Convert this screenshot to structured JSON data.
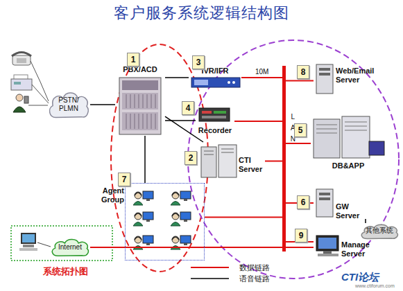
{
  "diagram": {
    "title": "客户服务系统逻辑结构图",
    "nodes": [
      {
        "text": [
          "PSTN/ PLMN"
        ]
      },
      {
        "text": [
          "PBX/ACD"
        ]
      },
      {
        "text": [
          "IVR/IFR"
        ]
      },
      {
        "text": [
          "Recorder"
        ]
      },
      {
        "text": [
          "CTI Server"
        ]
      },
      {
        "text": [
          "Agent Group"
        ]
      },
      {
        "text": [
          "LAN"
        ]
      },
      {
        "text": [
          "Web/Email Server"
        ]
      },
      {
        "text": [
          "DB&APP"
        ]
      },
      {
        "text": [
          "GW Server"
        ]
      },
      {
        "text": [
          "其他系统"
        ]
      },
      {
        "text": [
          "Manage Server"
        ]
      },
      {
        "text": [
          "Internet"
        ]
      }
    ],
    "edges": [
      {
        "from": 0,
        "to": 1,
        "arrow": "none"
      },
      {
        "from": 1,
        "to": 2,
        "arrow": "none"
      },
      {
        "from": 1,
        "to": 3,
        "arrow": "none"
      },
      {
        "from": 1,
        "to": 5,
        "arrow": "none"
      },
      {
        "from": 2,
        "to": 6,
        "label": "10M",
        "arrow": "none"
      },
      {
        "from": 3,
        "to": 6,
        "arrow": "none"
      },
      {
        "from": 1,
        "to": 4,
        "arrow": "none"
      },
      {
        "from": 4,
        "to": 6,
        "arrow": "none"
      },
      {
        "from": 5,
        "to": 6,
        "arrow": "none"
      },
      {
        "from": 6,
        "to": 7,
        "arrow": "none"
      },
      {
        "from": 6,
        "to": 8,
        "arrow": "none"
      },
      {
        "from": 6,
        "to": 9,
        "arrow": "none"
      },
      {
        "from": 6,
        "to": 11,
        "arrow": "none"
      },
      {
        "from": 12,
        "to": 11,
        "arrow": "none"
      },
      {
        "from": 9,
        "to": 10,
        "arrow": "none"
      }
    ],
    "labels": [
      "1",
      "3",
      "4",
      "2",
      "7",
      "8",
      "5",
      "6",
      "9",
      "系统拓扑图",
      "CTI论坛",
      "www.ctiforum.com"
    ],
    "legend": [
      {
        "text": "数据链路"
      },
      {
        "text": "语音链路"
      }
    ]
  }
}
